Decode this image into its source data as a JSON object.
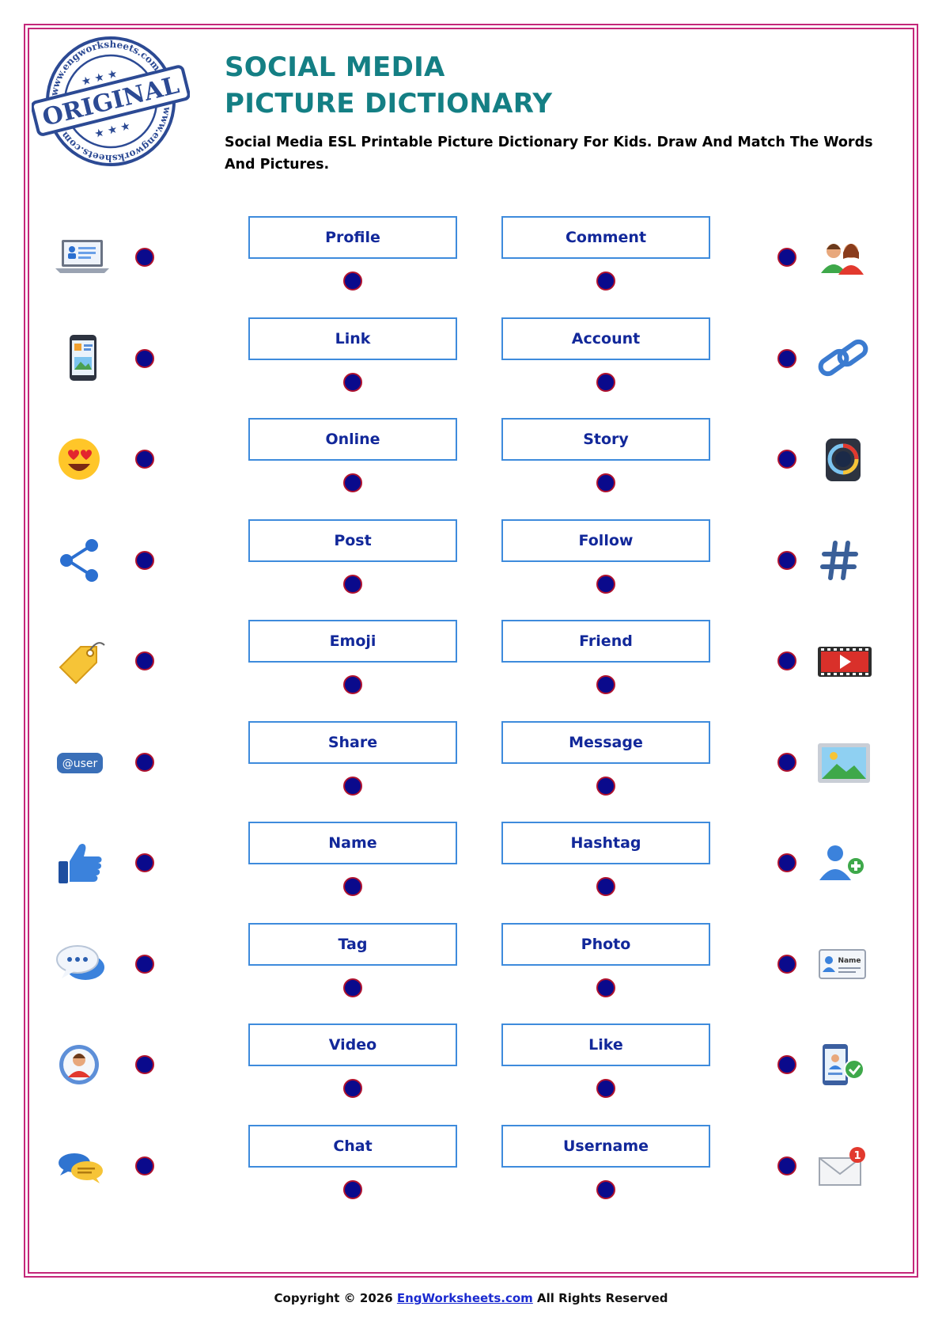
{
  "stamp": {
    "top_text": "www.engworksheets.com",
    "bottom_text": "www.engworksheets.com",
    "word": "ORIGINAL"
  },
  "header": {
    "title_line1": "SOCIAL MEDIA",
    "title_line2": "PICTURE DICTIONARY",
    "subtitle": "Social Media ESL Printable Picture Dictionary For Kids. Draw And Match The Words And Pictures."
  },
  "words_left": [
    "Profile",
    "Link",
    "Online",
    "Post",
    "Emoji",
    "Share",
    "Name",
    "Tag",
    "Video",
    "Chat"
  ],
  "words_right": [
    "Comment",
    "Account",
    "Story",
    "Follow",
    "Friend",
    "Message",
    "Hashtag",
    "Photo",
    "Like",
    "Username"
  ],
  "icons_left": [
    "laptop-profile-icon",
    "smartphone-icon",
    "heart-eyes-emoji-icon",
    "share-icon",
    "tag-icon",
    "username-icon",
    "thumbs-up-like-icon",
    "chat-bubble-icon",
    "user-avatar-icon",
    "message-bubbles-icon"
  ],
  "icons_right": [
    "friends-icon",
    "link-icon",
    "story-icon",
    "hashtag-icon",
    "video-icon",
    "photo-icon",
    "follow-add-user-icon",
    "name-card-icon",
    "online-account-icon",
    "message-notification-icon"
  ],
  "icon_labels": {
    "username": "@user",
    "name_card": "Name",
    "notification_count": "1"
  },
  "footer": {
    "prefix": "Copyright © 2026 ",
    "link_text": "EngWorksheets.com",
    "suffix": " All Rights Reserved"
  },
  "colors": {
    "frame": "#c4287a",
    "title": "#147f84",
    "box_border": "#3e8bdc",
    "word_text": "#12289a",
    "dot_fill": "#0a0a8c",
    "dot_ring": "#b0122e"
  }
}
